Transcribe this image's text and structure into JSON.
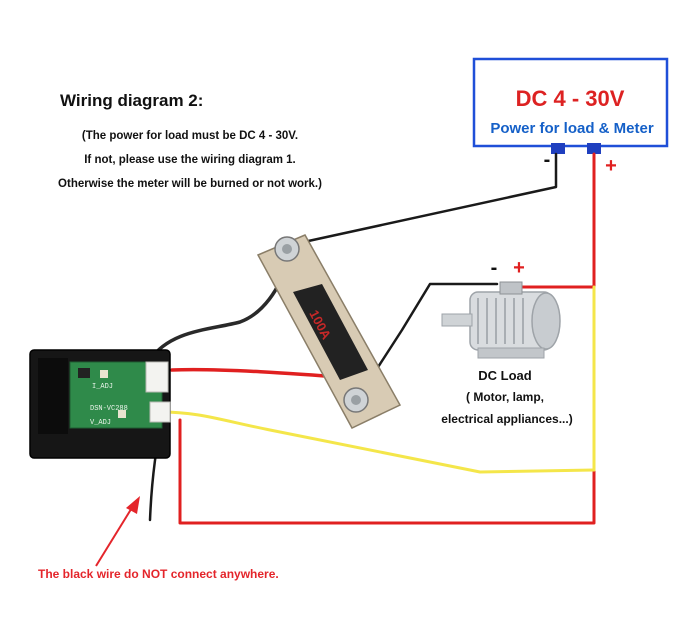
{
  "heading": "Wiring diagram 2:",
  "notes": [
    "(The power for load must be DC 4 - 30V.",
    "If not, please use the wiring diagram 1.",
    "Otherwise the meter will be burned or not work.)"
  ],
  "power_supply": {
    "voltage": "DC 4 - 30V",
    "label": "Power for load & Meter",
    "neg": "-",
    "pos": "+"
  },
  "shunt": {
    "rating": "100A"
  },
  "load": {
    "title": "DC Load",
    "line1": "( Motor, lamp,",
    "line2": "electrical appliances...)",
    "neg": "-",
    "pos": "+"
  },
  "meter": {
    "model": "DSN-VC288",
    "adj_i": "I_ADJ",
    "adj_v": "V_ADJ"
  },
  "warning": "The black wire do NOT connect anywhere.",
  "colors": {
    "wire_red": "#e02020",
    "wire_black": "#1a1a1a",
    "wire_yellow": "#f4e64a",
    "psu_border": "#1f4fd8",
    "psu_text": "#d22222",
    "psu_label": "#1560c8",
    "warning_text": "#e4252b"
  }
}
